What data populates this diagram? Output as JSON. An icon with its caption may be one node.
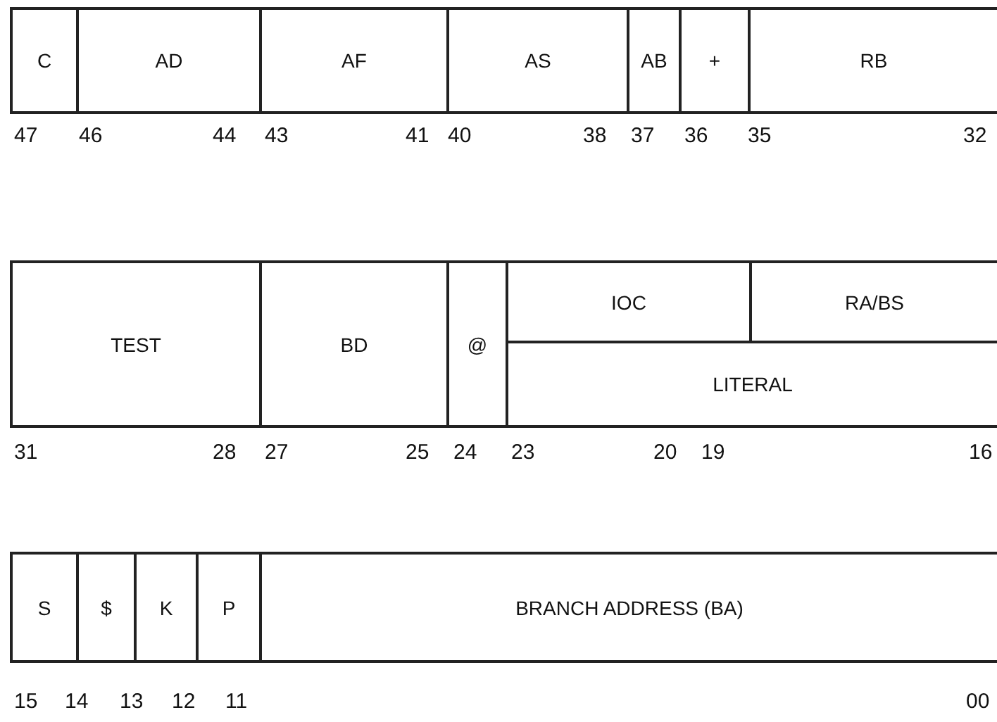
{
  "diagram": {
    "nodes": [
      {
        "text": [
          "C"
        ]
      },
      {
        "text": [
          "AD"
        ]
      },
      {
        "text": [
          "AF"
        ]
      },
      {
        "text": [
          "AS"
        ]
      },
      {
        "text": [
          "AB"
        ]
      },
      {
        "text": [
          "+"
        ]
      },
      {
        "text": [
          "RB"
        ]
      },
      {
        "text": [
          "TEST"
        ]
      },
      {
        "text": [
          "BD"
        ]
      },
      {
        "text": [
          "@"
        ]
      },
      {
        "text": [
          "IOC"
        ]
      },
      {
        "text": [
          "RA/BS"
        ]
      },
      {
        "text": [
          "LITERAL"
        ]
      },
      {
        "text": [
          "S"
        ]
      },
      {
        "text": [
          "$"
        ]
      },
      {
        "text": [
          "K"
        ]
      },
      {
        "text": [
          "P"
        ]
      },
      {
        "text": [
          "BRANCH ADDRESS (BA)"
        ]
      }
    ],
    "labels": [
      "47",
      "46",
      "44",
      "43",
      "41",
      "40",
      "38",
      "37",
      "36",
      "35",
      "32",
      "31",
      "28",
      "27",
      "25",
      "24",
      "23",
      "20",
      "19",
      "16",
      "15",
      "14",
      "13",
      "12",
      "11",
      "00"
    ]
  }
}
